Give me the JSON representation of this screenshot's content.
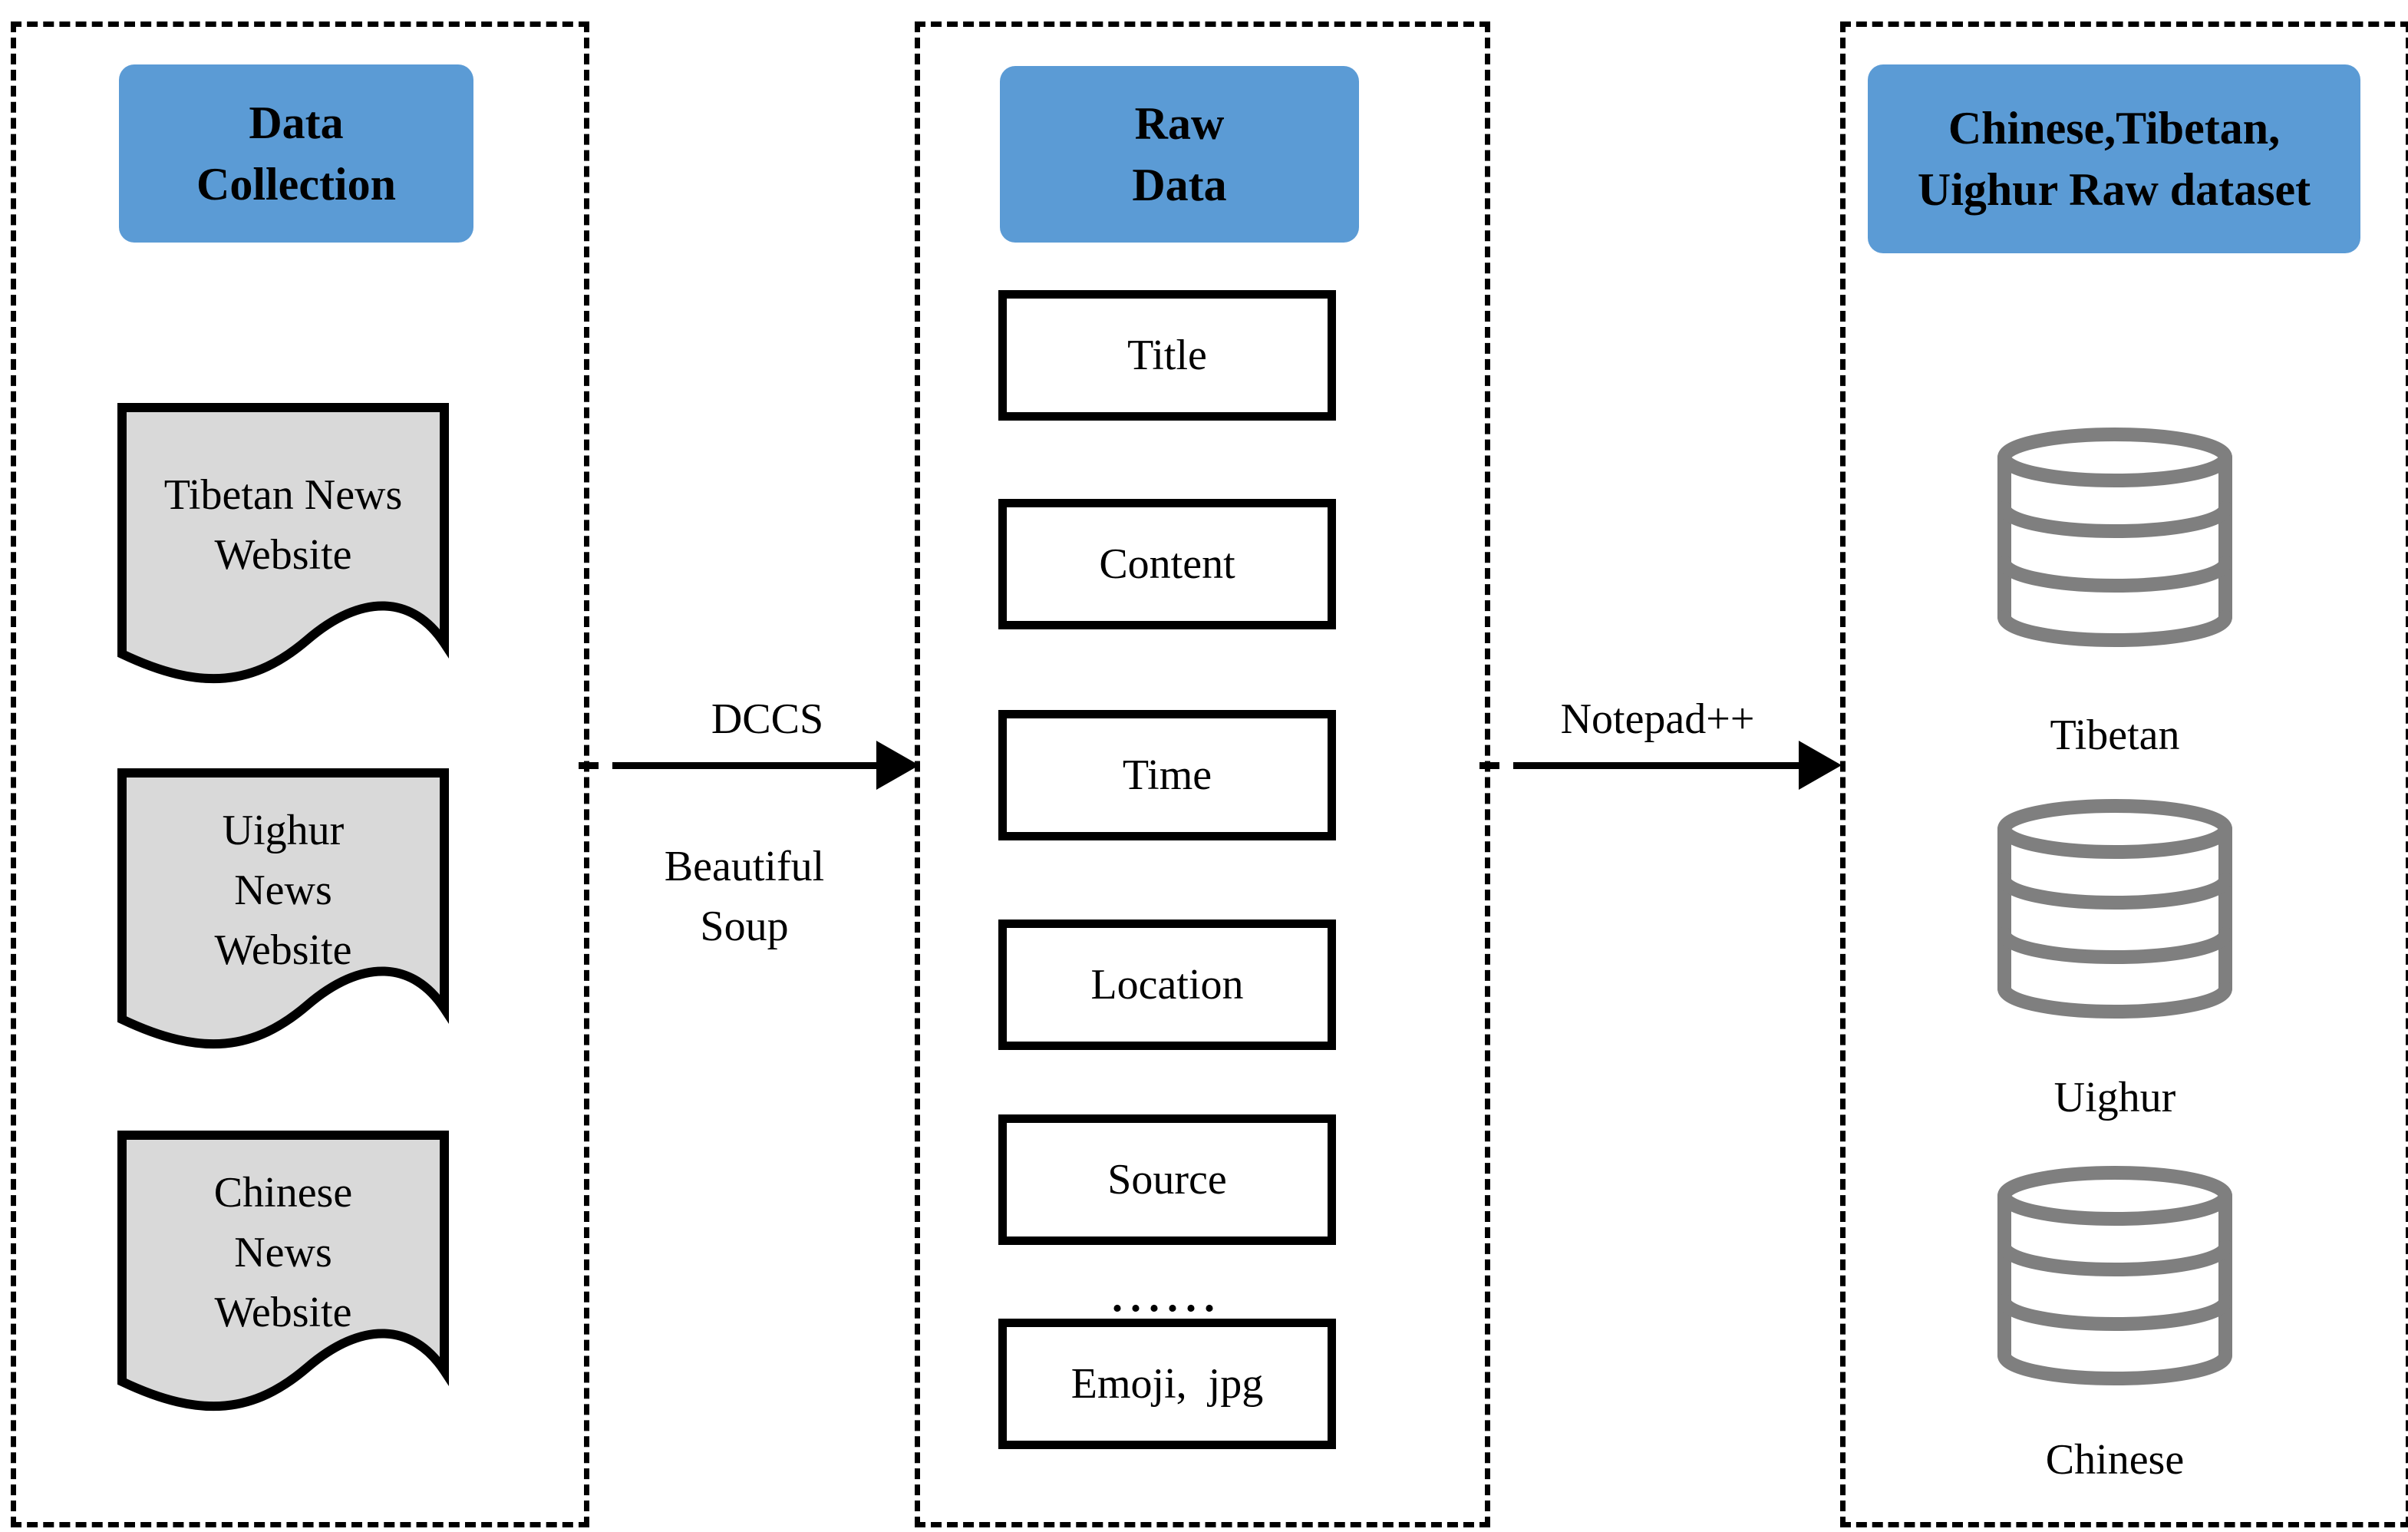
{
  "panels": {
    "collection": {
      "header": "Data\nCollection",
      "documents": [
        "Tibetan News\nWebsite",
        "Uighur\nNews\nWebsite",
        "Chinese\nNews\nWebsite"
      ]
    },
    "raw": {
      "header": "Raw\nData",
      "fields": [
        "Title",
        "Content",
        "Time",
        "Location",
        "Source"
      ],
      "ellipsis": "......",
      "extra_field": "Emoji,  jpg"
    },
    "dataset": {
      "header": "Chinese,Tibetan,\nUighur Raw dataset",
      "databases": [
        "Tibetan",
        "Uighur",
        "Chinese"
      ]
    }
  },
  "arrows": {
    "first": {
      "top_label": "DCCS",
      "bottom_label": "Beautiful\nSoup"
    },
    "second": {
      "label": "Notepad++"
    }
  },
  "icons": {
    "document": "document-wave-icon",
    "database": "database-cylinder-icon",
    "arrowhead": "arrowhead-right-icon"
  },
  "colors": {
    "accent_blue": "#5b9bd5",
    "document_gray": "#d9d9d9",
    "database_gray": "#7f7f7f",
    "line_black": "#000000"
  }
}
